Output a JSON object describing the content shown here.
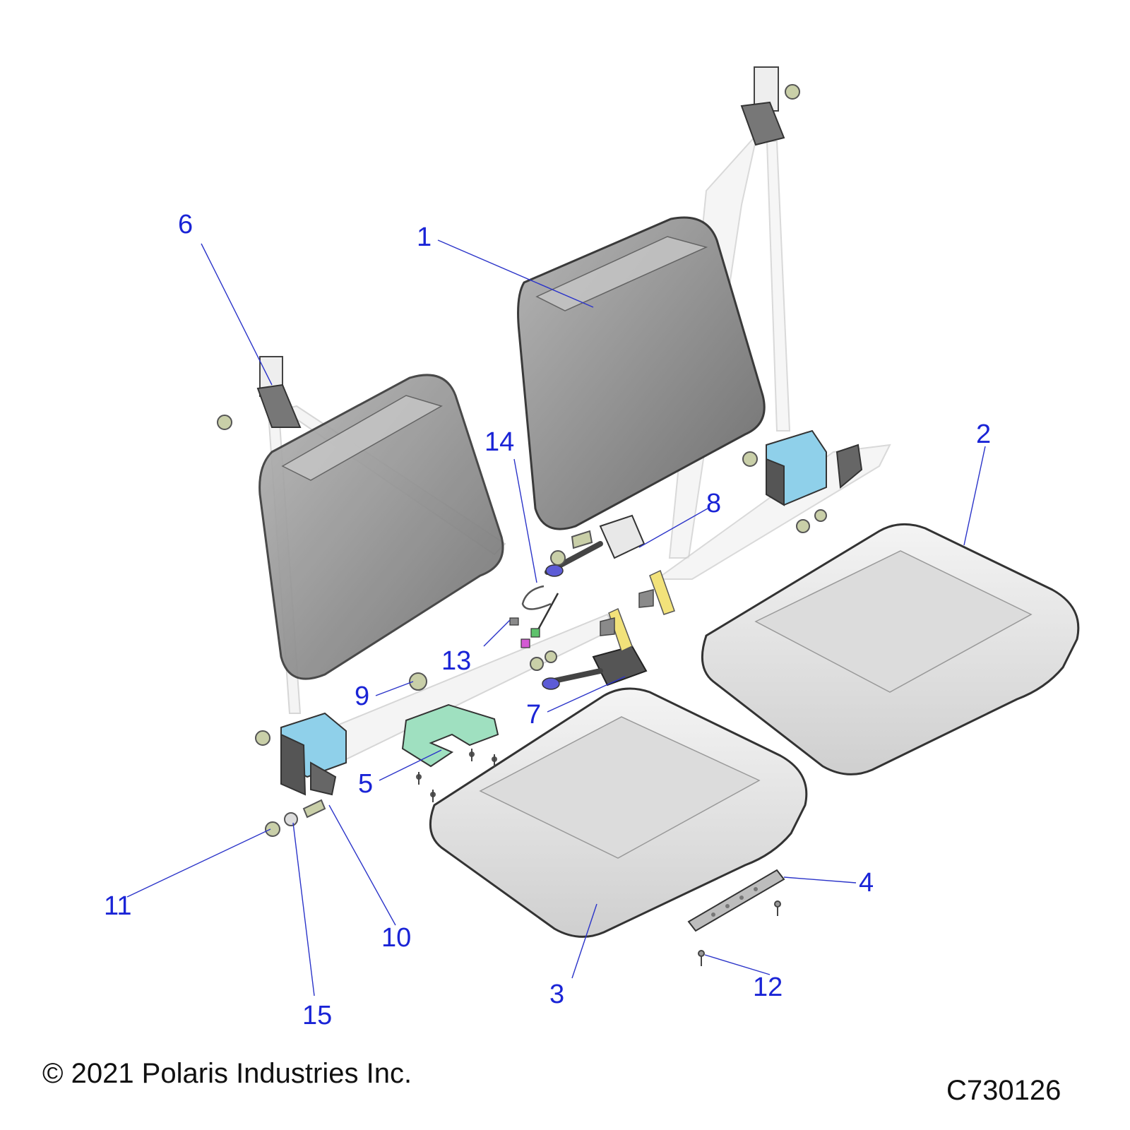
{
  "diagram": {
    "callouts": [
      {
        "id": "1",
        "label": "1"
      },
      {
        "id": "2",
        "label": "2"
      },
      {
        "id": "3",
        "label": "3"
      },
      {
        "id": "4",
        "label": "4"
      },
      {
        "id": "5",
        "label": "5"
      },
      {
        "id": "6",
        "label": "6"
      },
      {
        "id": "7",
        "label": "7"
      },
      {
        "id": "8",
        "label": "8"
      },
      {
        "id": "9",
        "label": "9"
      },
      {
        "id": "10",
        "label": "10"
      },
      {
        "id": "11",
        "label": "11"
      },
      {
        "id": "12",
        "label": "12"
      },
      {
        "id": "13",
        "label": "13"
      },
      {
        "id": "14",
        "label": "14"
      },
      {
        "id": "15",
        "label": "15"
      }
    ],
    "colors": {
      "callout_text": "#1a24d6",
      "leader_line": "#2b34c9",
      "seat_back": "#8f8f8f",
      "seat_bottom": "#e0e0e0",
      "retractor": "#8fd0ea",
      "bracket": "#9fe0c0",
      "buckle_latch": "#f2e27a",
      "connector": "#5d5cd6"
    }
  },
  "footer": {
    "copyright": "© 2021 Polaris Industries Inc.",
    "diagram_id": "C730126"
  }
}
